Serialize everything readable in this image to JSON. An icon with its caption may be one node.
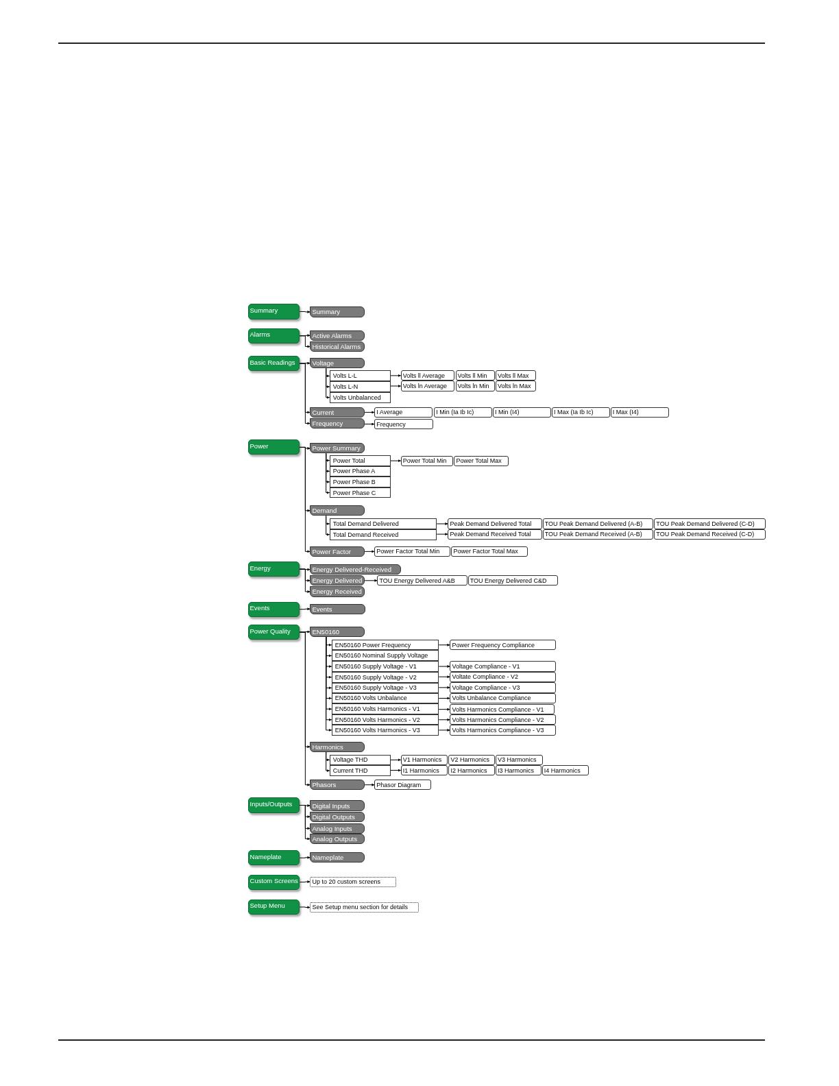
{
  "diagram": {
    "nodes": [
      {
        "text": [
          "Summary"
        ]
      },
      {
        "text": [
          "Summary"
        ]
      },
      {
        "text": [
          "Alarms"
        ]
      },
      {
        "text": [
          "Active Alarms"
        ]
      },
      {
        "text": [
          "Historical Alarms"
        ]
      },
      {
        "text": [
          "Basic Readings"
        ]
      },
      {
        "text": [
          "Voltage"
        ]
      },
      {
        "text": [
          "Volts L-L"
        ]
      },
      {
        "text": [
          "Volts ll Average"
        ]
      },
      {
        "text": [
          "Volts ll Min"
        ]
      },
      {
        "text": [
          "Volts ll Max"
        ]
      },
      {
        "text": [
          "Volts L-N"
        ]
      },
      {
        "text": [
          "Volts ln Average"
        ]
      },
      {
        "text": [
          "Volts ln Min"
        ]
      },
      {
        "text": [
          "Volts ln Max"
        ]
      },
      {
        "text": [
          "Volts Unbalanced"
        ]
      },
      {
        "text": [
          "Current"
        ]
      },
      {
        "text": [
          "I Average"
        ]
      },
      {
        "text": [
          "I Min (Ia Ib Ic)"
        ]
      },
      {
        "text": [
          "I Min (I4)"
        ]
      },
      {
        "text": [
          "I Max (Ia Ib Ic)"
        ]
      },
      {
        "text": [
          "I Max (I4)"
        ]
      },
      {
        "text": [
          "Frequency"
        ]
      },
      {
        "text": [
          "Frequency"
        ]
      },
      {
        "text": [
          "Power"
        ]
      },
      {
        "text": [
          "Power Summary"
        ]
      },
      {
        "text": [
          "Power Total"
        ]
      },
      {
        "text": [
          "Power Total Min"
        ]
      },
      {
        "text": [
          "Power Total Max"
        ]
      },
      {
        "text": [
          "Power Phase A"
        ]
      },
      {
        "text": [
          "Power Phase B"
        ]
      },
      {
        "text": [
          "Power Phase C"
        ]
      },
      {
        "text": [
          "Demand"
        ]
      },
      {
        "text": [
          "Total Demand Delivered"
        ]
      },
      {
        "text": [
          "Peak Demand Delivered Total"
        ]
      },
      {
        "text": [
          "TOU Peak Demand Delivered (A-B)"
        ]
      },
      {
        "text": [
          "TOU Peak Demand Delivered (C-D)"
        ]
      },
      {
        "text": [
          "Total Demand Received"
        ]
      },
      {
        "text": [
          "Peak Demand Received Total"
        ]
      },
      {
        "text": [
          "TOU Peak Demand Received (A-B)"
        ]
      },
      {
        "text": [
          "TOU Peak Demand Received (C-D)"
        ]
      },
      {
        "text": [
          "Power Factor"
        ]
      },
      {
        "text": [
          "Power Factor Total Min"
        ]
      },
      {
        "text": [
          "Power Factor Total Max"
        ]
      },
      {
        "text": [
          "Energy"
        ]
      },
      {
        "text": [
          "Energy Delivered-Received"
        ]
      },
      {
        "text": [
          "Energy Delivered"
        ]
      },
      {
        "text": [
          "TOU Energy Delivered A&B"
        ]
      },
      {
        "text": [
          "TOU Energy Delivered C&D"
        ]
      },
      {
        "text": [
          "Energy Received"
        ]
      },
      {
        "text": [
          "Events"
        ]
      },
      {
        "text": [
          "Events"
        ]
      },
      {
        "text": [
          "Power Quality"
        ]
      },
      {
        "text": [
          "EN50160"
        ]
      },
      {
        "text": [
          "EN50160 Power Frequency"
        ]
      },
      {
        "text": [
          "Power Frequency Compliance"
        ]
      },
      {
        "text": [
          "EN50160 Nominal Supply Voltage"
        ]
      },
      {
        "text": [
          "EN50160 Supply Voltage - V1"
        ]
      },
      {
        "text": [
          "Voltage Compliance - V1"
        ]
      },
      {
        "text": [
          "EN50160 Supply Voltage - V2"
        ]
      },
      {
        "text": [
          "Voltate Compliance - V2"
        ]
      },
      {
        "text": [
          "EN50160 Supply Voltage - V3"
        ]
      },
      {
        "text": [
          "Voltage Compliance - V3"
        ]
      },
      {
        "text": [
          "EN50160 Volts Unbalance"
        ]
      },
      {
        "text": [
          "Volts Unbalance Compliance"
        ]
      },
      {
        "text": [
          "EN50160 Volts Harmonics - V1"
        ]
      },
      {
        "text": [
          "Volts Harmonics Compliance - V1"
        ]
      },
      {
        "text": [
          "EN50160 Volts Harmonics - V2"
        ]
      },
      {
        "text": [
          "Volts Harmonics Compliance - V2"
        ]
      },
      {
        "text": [
          "EN50160 Volts Harmonics - V3"
        ]
      },
      {
        "text": [
          "Volts Harmonics Compliance - V3"
        ]
      },
      {
        "text": [
          "Harmonics"
        ]
      },
      {
        "text": [
          "Voltage THD"
        ]
      },
      {
        "text": [
          "V1 Harmonics"
        ]
      },
      {
        "text": [
          "V2 Harmonics"
        ]
      },
      {
        "text": [
          "V3 Harmonics"
        ]
      },
      {
        "text": [
          "Current THD"
        ]
      },
      {
        "text": [
          "I1 Harmonics"
        ]
      },
      {
        "text": [
          "I2 Harmonics"
        ]
      },
      {
        "text": [
          "I3 Harmonics"
        ]
      },
      {
        "text": [
          "I4 Harmonics"
        ]
      },
      {
        "text": [
          "Phasors"
        ]
      },
      {
        "text": [
          "Phasor Diagram"
        ]
      },
      {
        "text": [
          "Inputs/Outputs"
        ]
      },
      {
        "text": [
          "Digital Inputs"
        ]
      },
      {
        "text": [
          "Digital Outputs"
        ]
      },
      {
        "text": [
          "Analog Inputs"
        ]
      },
      {
        "text": [
          "Analog Outputs"
        ]
      },
      {
        "text": [
          "Nameplate"
        ]
      },
      {
        "text": [
          "Nameplate"
        ]
      },
      {
        "text": [
          "Custom Screens"
        ]
      },
      {
        "text": [
          "Up to 20 custom screens"
        ]
      },
      {
        "text": [
          "Setup Menu"
        ]
      },
      {
        "text": [
          "See Setup menu section for details"
        ]
      }
    ],
    "edges": [
      {
        "from": 0,
        "to": 1,
        "arrow": "to"
      },
      {
        "from": 2,
        "to": 3,
        "arrow": "to"
      },
      {
        "from": 2,
        "to": 4,
        "arrow": "to"
      },
      {
        "from": 5,
        "to": 6,
        "arrow": "to"
      },
      {
        "from": 5,
        "to": 16,
        "arrow": "to"
      },
      {
        "from": 5,
        "to": 22,
        "arrow": "to"
      },
      {
        "from": 6,
        "to": 7,
        "arrow": "to"
      },
      {
        "from": 6,
        "to": 11,
        "arrow": "to"
      },
      {
        "from": 6,
        "to": 15,
        "arrow": "to"
      },
      {
        "from": 7,
        "to": 8,
        "arrow": "to"
      },
      {
        "from": 11,
        "to": 12,
        "arrow": "to"
      },
      {
        "from": 16,
        "to": 17,
        "arrow": "to"
      },
      {
        "from": 22,
        "to": 23,
        "arrow": "to"
      },
      {
        "from": 24,
        "to": 25,
        "arrow": "to"
      },
      {
        "from": 24,
        "to": 32,
        "arrow": "to"
      },
      {
        "from": 24,
        "to": 41,
        "arrow": "to"
      },
      {
        "from": 25,
        "to": 26,
        "arrow": "to"
      },
      {
        "from": 25,
        "to": 29,
        "arrow": "to"
      },
      {
        "from": 25,
        "to": 30,
        "arrow": "to"
      },
      {
        "from": 25,
        "to": 31,
        "arrow": "to"
      },
      {
        "from": 26,
        "to": 27,
        "arrow": "to"
      },
      {
        "from": 32,
        "to": 33,
        "arrow": "to"
      },
      {
        "from": 32,
        "to": 37,
        "arrow": "to"
      },
      {
        "from": 33,
        "to": 34,
        "arrow": "to"
      },
      {
        "from": 37,
        "to": 38,
        "arrow": "to"
      },
      {
        "from": 41,
        "to": 42,
        "arrow": "to"
      },
      {
        "from": 44,
        "to": 45,
        "arrow": "to"
      },
      {
        "from": 44,
        "to": 46,
        "arrow": "to"
      },
      {
        "from": 44,
        "to": 49,
        "arrow": "to"
      },
      {
        "from": 46,
        "to": 47,
        "arrow": "to"
      },
      {
        "from": 50,
        "to": 51,
        "arrow": "to"
      },
      {
        "from": 52,
        "to": 53,
        "arrow": "to"
      },
      {
        "from": 52,
        "to": 71,
        "arrow": "to"
      },
      {
        "from": 52,
        "to": 81,
        "arrow": "to"
      },
      {
        "from": 53,
        "to": 54,
        "arrow": "to"
      },
      {
        "from": 53,
        "to": 56,
        "arrow": "to"
      },
      {
        "from": 53,
        "to": 57,
        "arrow": "to"
      },
      {
        "from": 53,
        "to": 59,
        "arrow": "to"
      },
      {
        "from": 53,
        "to": 61,
        "arrow": "to"
      },
      {
        "from": 53,
        "to": 63,
        "arrow": "to"
      },
      {
        "from": 53,
        "to": 65,
        "arrow": "to"
      },
      {
        "from": 53,
        "to": 67,
        "arrow": "to"
      },
      {
        "from": 53,
        "to": 69,
        "arrow": "to"
      },
      {
        "from": 54,
        "to": 55,
        "arrow": "to"
      },
      {
        "from": 57,
        "to": 58,
        "arrow": "to"
      },
      {
        "from": 59,
        "to": 60,
        "arrow": "to"
      },
      {
        "from": 61,
        "to": 62,
        "arrow": "to"
      },
      {
        "from": 63,
        "to": 64,
        "arrow": "to"
      },
      {
        "from": 65,
        "to": 66,
        "arrow": "to"
      },
      {
        "from": 67,
        "to": 68,
        "arrow": "to"
      },
      {
        "from": 69,
        "to": 70,
        "arrow": "to"
      },
      {
        "from": 71,
        "to": 72,
        "arrow": "to"
      },
      {
        "from": 71,
        "to": 76,
        "arrow": "to"
      },
      {
        "from": 72,
        "to": 73,
        "arrow": "to"
      },
      {
        "from": 76,
        "to": 77,
        "arrow": "to"
      },
      {
        "from": 81,
        "to": 82,
        "arrow": "to"
      },
      {
        "from": 83,
        "to": 84,
        "arrow": "to"
      },
      {
        "from": 83,
        "to": 85,
        "arrow": "to"
      },
      {
        "from": 83,
        "to": 86,
        "arrow": "to"
      },
      {
        "from": 83,
        "to": 87,
        "arrow": "to"
      },
      {
        "from": 88,
        "to": 89,
        "arrow": "to"
      },
      {
        "from": 90,
        "to": 91,
        "arrow": "to"
      },
      {
        "from": 92,
        "to": 93,
        "arrow": "to"
      }
    ]
  }
}
